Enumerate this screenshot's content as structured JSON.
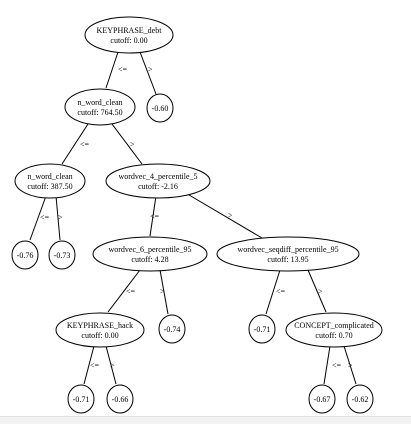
{
  "tree": {
    "cutoff_prefix": "cutoff: ",
    "left_edge_label": "<=",
    "right_edge_label": ">",
    "nodes": {
      "root": {
        "name": "KEYPHRASE_debt",
        "cutoff": "0.00"
      },
      "n1": {
        "name": "n_word_clean",
        "cutoff": "764.50"
      },
      "n2": {
        "name": "n_word_clean",
        "cutoff": "387.50"
      },
      "n3": {
        "name": "wordvec_4_percentile_5",
        "cutoff": "-2.16"
      },
      "n4": {
        "name": "wordvec_6_percentile_95",
        "cutoff": "4.28"
      },
      "n5": {
        "name": "wordvec_seqdiff_percentile_95",
        "cutoff": "13.95"
      },
      "n6": {
        "name": "KEYPHRASE_hack",
        "cutoff": "0.00"
      },
      "n7": {
        "name": "CONCEPT_complicated",
        "cutoff": "0.70"
      }
    },
    "leaves": {
      "l_root_r": "-0.60",
      "l_n2_l": "-0.76",
      "l_n2_r": "-0.73",
      "l_n4_r": "-0.74",
      "l_n6_l": "-0.71",
      "l_n6_r": "-0.66",
      "l_n5_l": "-0.71",
      "l_n7_l": "-0.67",
      "l_n7_r": "-0.62"
    }
  }
}
